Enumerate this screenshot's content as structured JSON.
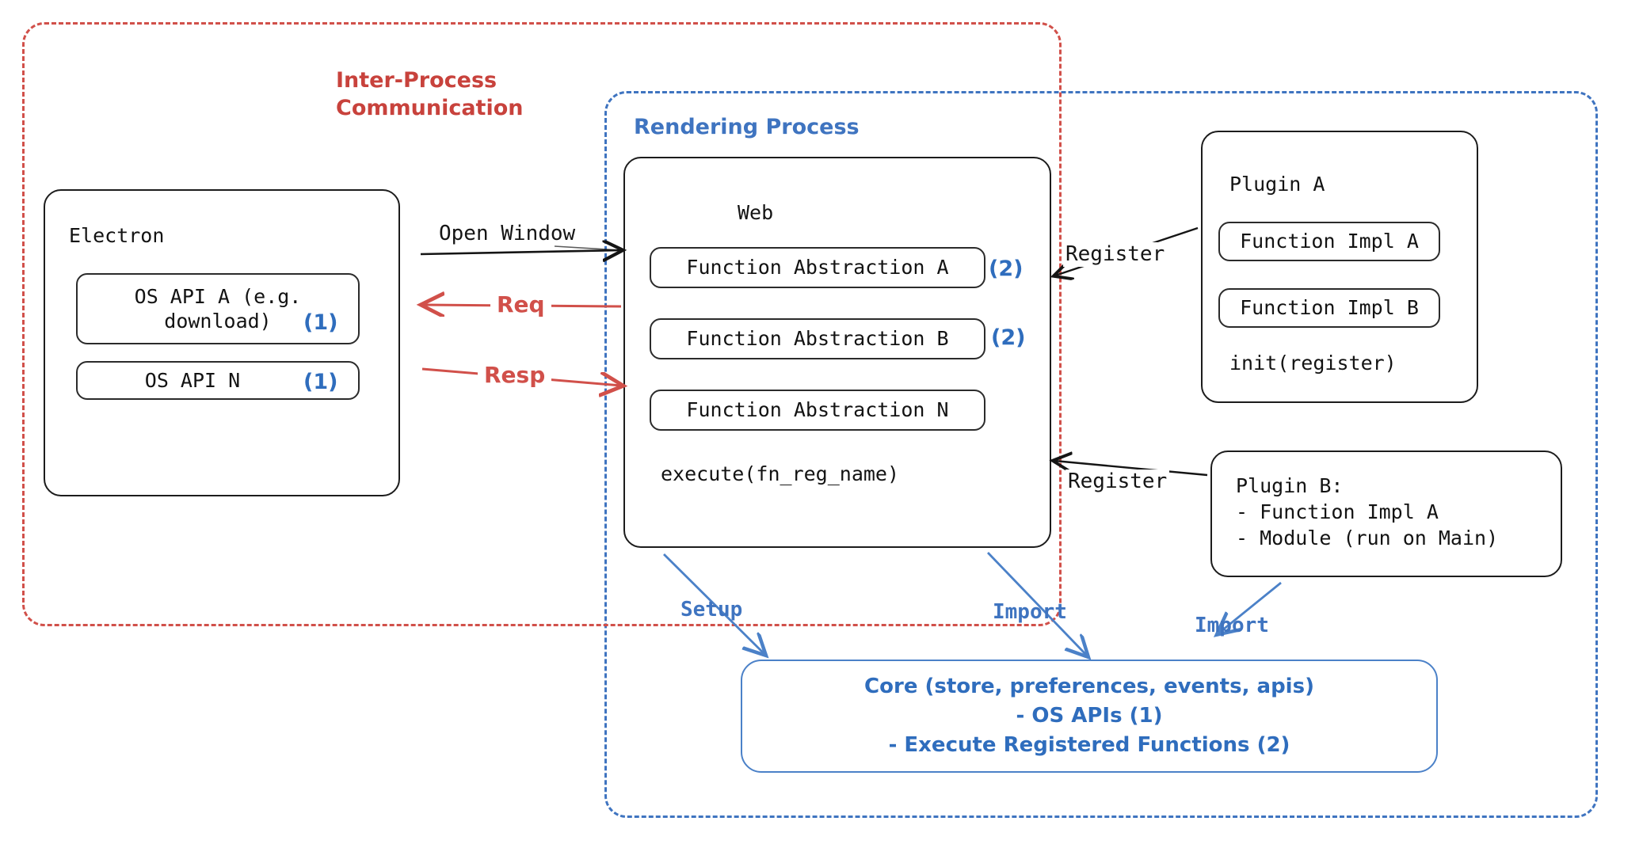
{
  "diagram": {
    "title": "Electron plugin architecture",
    "colors": {
      "ipc_red": "#d1504a",
      "render_blue": "#3f74c0",
      "core_blue": "#2f6dbd",
      "box_black": "#1c1c1c"
    },
    "regions": {
      "ipc": {
        "label": "Inter-Process\nCommunication"
      },
      "rendering": {
        "label": "Rendering Process"
      }
    },
    "electron": {
      "title": "Electron",
      "items": [
        {
          "label": "OS API A (e.g.\ndownload)",
          "marker": "(1)"
        },
        {
          "label": "OS API N",
          "marker": "(1)"
        }
      ]
    },
    "web": {
      "title": "Web",
      "items": [
        {
          "label": "Function Abstraction A",
          "marker": "(2)"
        },
        {
          "label": "Function Abstraction B",
          "marker": "(2)"
        },
        {
          "label": "Function Abstraction N",
          "marker": ""
        }
      ],
      "footer": "execute(fn_reg_name)"
    },
    "plugin_a": {
      "title": "Plugin A",
      "items": [
        {
          "label": "Function Impl A"
        },
        {
          "label": "Function Impl B"
        }
      ],
      "footer": "init(register)"
    },
    "plugin_b": {
      "lines": "Plugin B:\n- Function Impl A\n- Module (run on Main)"
    },
    "core": {
      "lines": "Core (store, preferences, events, apis)\n- OS APIs (1)\n- Execute Registered Functions (2)"
    },
    "edges": [
      {
        "name": "open-window",
        "label": "Open Window",
        "color": "#151515"
      },
      {
        "name": "req",
        "label": "Req",
        "color": "#d1504a"
      },
      {
        "name": "resp",
        "label": "Resp",
        "color": "#d1504a"
      },
      {
        "name": "register-plugin-a",
        "label": "Register",
        "color": "#151515"
      },
      {
        "name": "register-plugin-b",
        "label": "Register",
        "color": "#151515"
      },
      {
        "name": "setup",
        "label": "Setup",
        "color": "#3f74c0"
      },
      {
        "name": "import-web",
        "label": "Import",
        "color": "#3f74c0"
      },
      {
        "name": "import-plugin-b",
        "label": "Import",
        "color": "#3f74c0"
      }
    ]
  }
}
